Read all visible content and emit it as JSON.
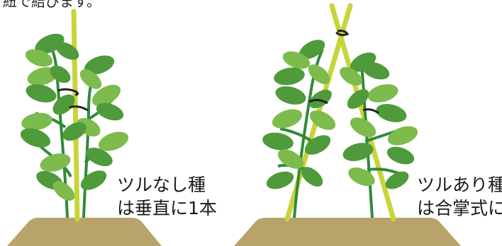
{
  "top_caption": "紐で結びます。",
  "left_panel": {
    "label_line1": "ツルなし種",
    "label_line2": "は垂直に1本"
  },
  "right_panel": {
    "label_line1": "ツルあり種",
    "label_line2": "は合掌式に"
  },
  "colors": {
    "soil": "#b8a46a",
    "stake": "#c8d43a",
    "leaf_dark": "#4f9a3a",
    "leaf_light": "#7dbb4c",
    "stem": "#2f8a3a",
    "tie": "#222222"
  }
}
